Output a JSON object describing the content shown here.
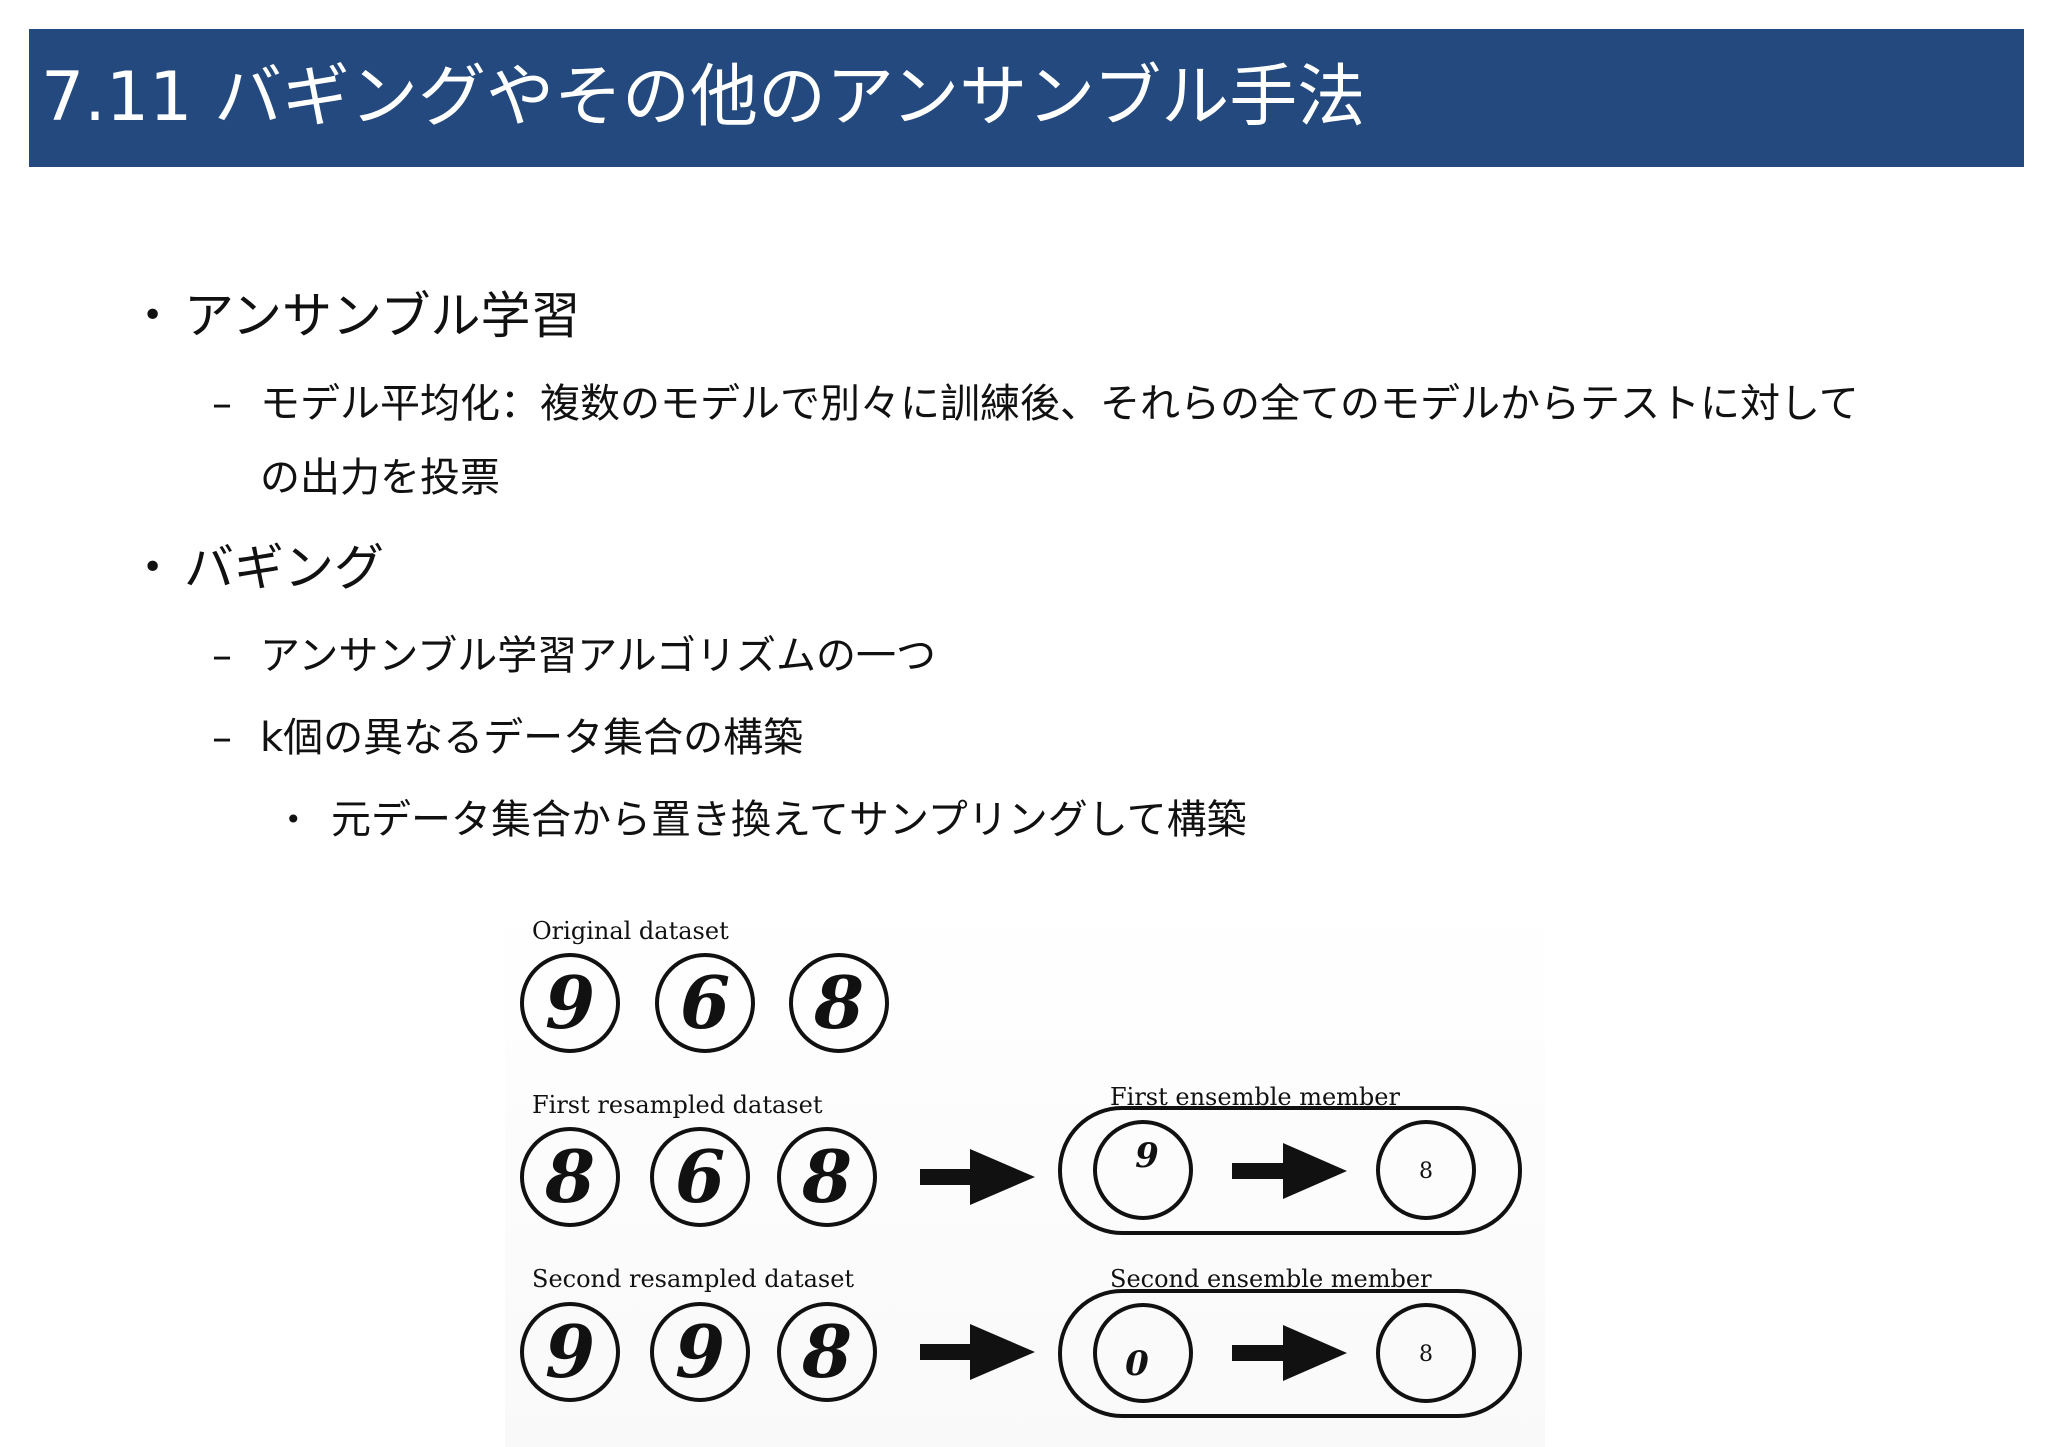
{
  "title": "7.11 バギングやその他のアンサンブル手法",
  "bullets": {
    "b1": "アンサンブル学習",
    "b1_1_line1": "モデル平均化：複数のモデルで別々に訓練後、それらの全てのモデルからテストに対して",
    "b1_1_line2": "の出力を投票",
    "b2": "バギング",
    "b2_1": "アンサンブル学習アルゴリズムの一つ",
    "b2_2": "k個の異なるデータ集合の構築",
    "b2_2_1": "元データ集合から置き換えてサンプリングして構築",
    "marks": {
      "l1": "•",
      "l2": "–",
      "l3": "•"
    }
  },
  "figure": {
    "original_label": "Original dataset",
    "original_digits": [
      "9",
      "6",
      "8"
    ],
    "first_label": "First resampled dataset",
    "first_digits": [
      "8",
      "6",
      "8"
    ],
    "first_member_label": "First ensemble member",
    "first_member_feature": "9",
    "first_member_output": "8",
    "second_label": "Second resampled dataset",
    "second_digits": [
      "9",
      "9",
      "8"
    ],
    "second_member_label": "Second ensemble member",
    "second_member_feature": "0",
    "second_member_output": "8"
  }
}
